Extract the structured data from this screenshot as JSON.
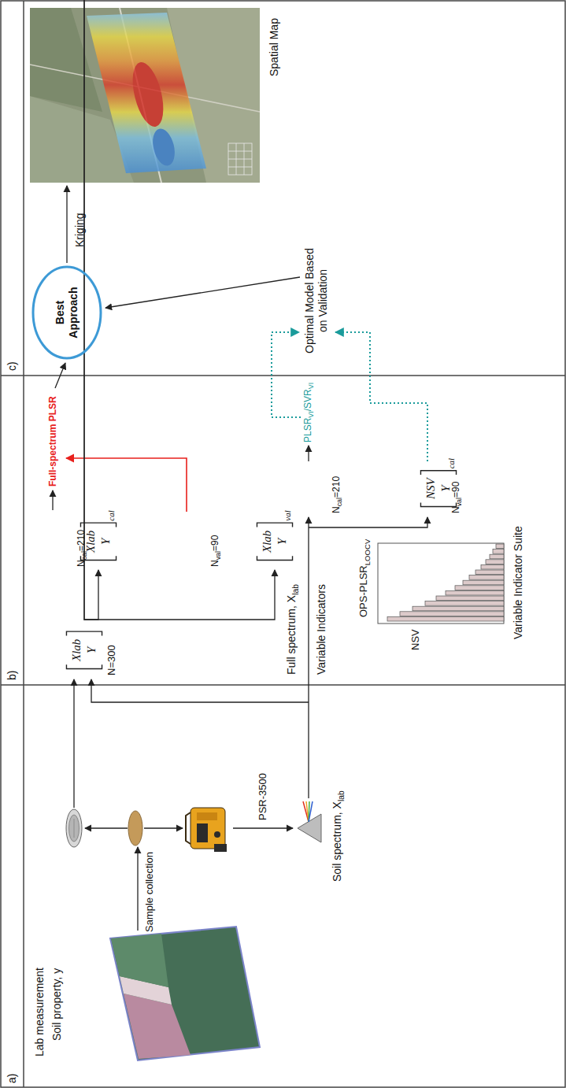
{
  "diagram": {
    "nodes": [
      {
        "text": [
          "Xlab",
          "Y"
        ]
      },
      {
        "text": [
          "Xlab",
          "Y",
          "cal"
        ]
      },
      {
        "text": [
          "Xlab",
          "Y",
          "val"
        ]
      },
      {
        "text": [
          "NSV",
          "Y",
          "cal"
        ]
      },
      {
        "text": [
          "NSV",
          "Y",
          "val"
        ]
      },
      {
        "text": [
          "Best Approach"
        ]
      }
    ],
    "edges": [
      {
        "from": 0,
        "to": 1,
        "arrow": "to"
      },
      {
        "from": 0,
        "to": 2,
        "arrow": "to"
      }
    ],
    "labels": [
      "a)",
      "b)",
      "c)",
      "Lab measurement",
      "Soil property, y",
      "Sample collection",
      "PSR-3500",
      "Soil spectrum, X",
      "lab",
      "N=300",
      "Full spectrum, X",
      "lab",
      "Variable Indicators",
      "N",
      "cal",
      "=210",
      "N",
      "val",
      "=90",
      "Full-spectrum PLSR",
      "OPS-PLSR",
      "LOOCV",
      "NSV",
      "Variable Indicator Suite",
      "N",
      "cal",
      "=210",
      "N",
      "val",
      "=90",
      "PLSR",
      "VI",
      "/SVR",
      "VI",
      "Optimal Model Based on Validation",
      "Kriging",
      "Spatial Map"
    ]
  }
}
